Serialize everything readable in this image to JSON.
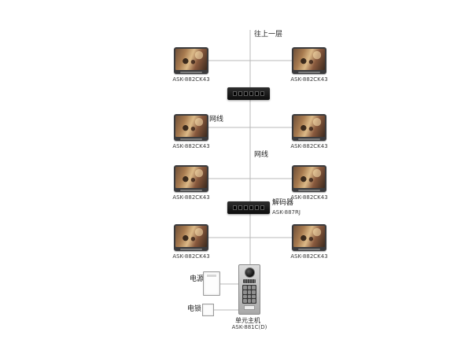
{
  "trunk": {
    "to_upper_floor": "往上一层"
  },
  "cables": {
    "label1": "网线",
    "label2": "网线"
  },
  "decoder": {
    "name": "解码器",
    "model": "ASK-887RJ"
  },
  "monitors": [
    {
      "model": "ASK-882CK43"
    },
    {
      "model": "ASK-882CK43"
    },
    {
      "model": "ASK-882CK43"
    },
    {
      "model": "ASK-882CK43"
    },
    {
      "model": "ASK-882CK43"
    },
    {
      "model": "ASK-882CK43"
    },
    {
      "model": "ASK-882CK43"
    },
    {
      "model": "ASK-882CK43"
    }
  ],
  "door_station": {
    "name": "单元主机",
    "model": "ASK-881C(D)"
  },
  "power": {
    "label": "电源"
  },
  "lock": {
    "label": "电锁"
  },
  "colors": {
    "wire": "#b8b8b8",
    "monitor_frame": "#3b3b3d",
    "switch_body": "#1a1a1a",
    "background": "#ffffff"
  }
}
